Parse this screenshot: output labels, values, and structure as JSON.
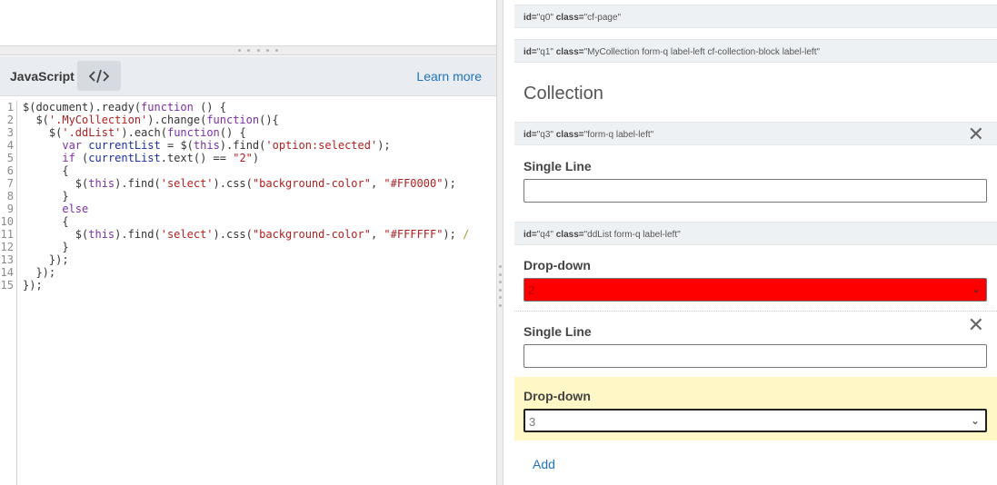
{
  "editor": {
    "js_title": "JavaScript",
    "code_button_icon": "code-icon",
    "learn_more": "Learn more",
    "line_numbers": [
      "1",
      "2",
      "3",
      "4",
      "5",
      "6",
      "7",
      "8",
      "9",
      "10",
      "11",
      "12",
      "13",
      "14",
      "15"
    ]
  },
  "form": {
    "bars": {
      "q0": {
        "id_label": "id=",
        "id_value": "\"q0\"",
        "class_label": "class=",
        "class_value": "\"cf-page\""
      },
      "q1": {
        "id_label": "id=",
        "id_value": "\"q1\"",
        "class_label": "class=",
        "class_value": "\"MyCollection form-q label-left cf-collection-block label-left\""
      },
      "q3": {
        "id_label": "id=",
        "id_value": "\"q3\"",
        "class_label": "class=",
        "class_value": "\"form-q label-left\""
      },
      "q4": {
        "id_label": "id=",
        "id_value": "\"q4\"",
        "class_label": "class=",
        "class_value": "\"ddList form-q label-left\""
      }
    },
    "collection_title": "Collection",
    "close_glyph": "✕",
    "single_line_1": "Single Line",
    "dropdown_1_label": "Drop-down",
    "dropdown_1_value": "2",
    "dropdown_1_bg": "#FF0000",
    "single_line_2": "Single Line",
    "dropdown_2_label": "Drop-down",
    "dropdown_2_value": "3",
    "highlight_color": "#fff7c6",
    "add_label": "Add",
    "chevron_glyph": "⌄"
  }
}
